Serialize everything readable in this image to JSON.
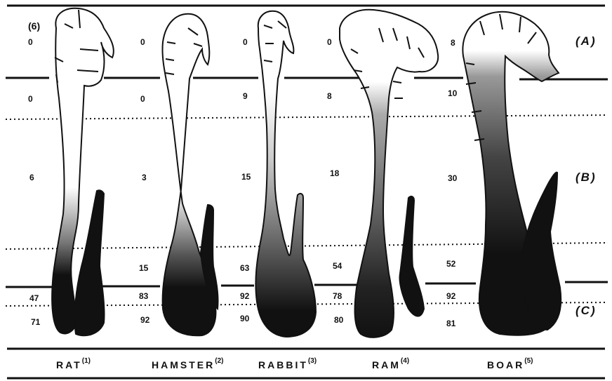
{
  "reference_marker": "(6)",
  "regions": [
    {
      "id": "A",
      "label": "(A)"
    },
    {
      "id": "B",
      "label": "(B)"
    },
    {
      "id": "C",
      "label": "(C)"
    }
  ],
  "species": [
    {
      "name": "RAT",
      "ref": "(1)",
      "values": [
        "0",
        "0",
        "6",
        "47",
        "71"
      ]
    },
    {
      "name": "HAMSTER",
      "ref": "(2)",
      "values": [
        "0",
        "0",
        "3",
        "15",
        "83",
        "92"
      ]
    },
    {
      "name": "RABBIT",
      "ref": "(3)",
      "values": [
        "0",
        "9",
        "15",
        "63",
        "92",
        "90"
      ]
    },
    {
      "name": "RAM",
      "ref": "(4)",
      "values": [
        "0",
        "8",
        "18",
        "54",
        "78",
        "80"
      ]
    },
    {
      "name": "BOAR",
      "ref": "(5)",
      "values": [
        "8",
        "10",
        "30",
        "52",
        "92",
        "81"
      ]
    }
  ],
  "colors": {
    "ink": "#111111",
    "background": "#ffffff"
  }
}
